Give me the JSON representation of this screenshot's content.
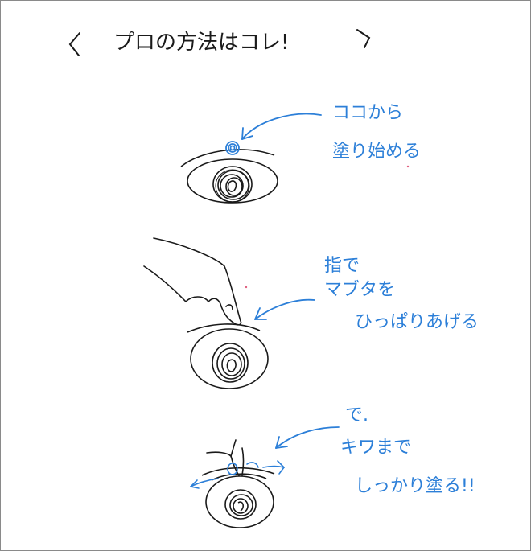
{
  "title": {
    "left_bracket": "〈",
    "text": "プロの方法はコレ!",
    "right_bracket": "〉"
  },
  "notes": {
    "step1": {
      "line1": "ココから",
      "line2": "塗り始める"
    },
    "step2": {
      "line1": "指で",
      "line2": "マブタを",
      "line3": "ひっぱりあげる"
    },
    "step3": {
      "line1": "で.",
      "line2": "キワまで",
      "line3": "しっかり塗る!!"
    }
  },
  "colors": {
    "ink": "#1a1a1a",
    "annotation": "#2c7fd8",
    "frame": "#8a8a8a"
  }
}
